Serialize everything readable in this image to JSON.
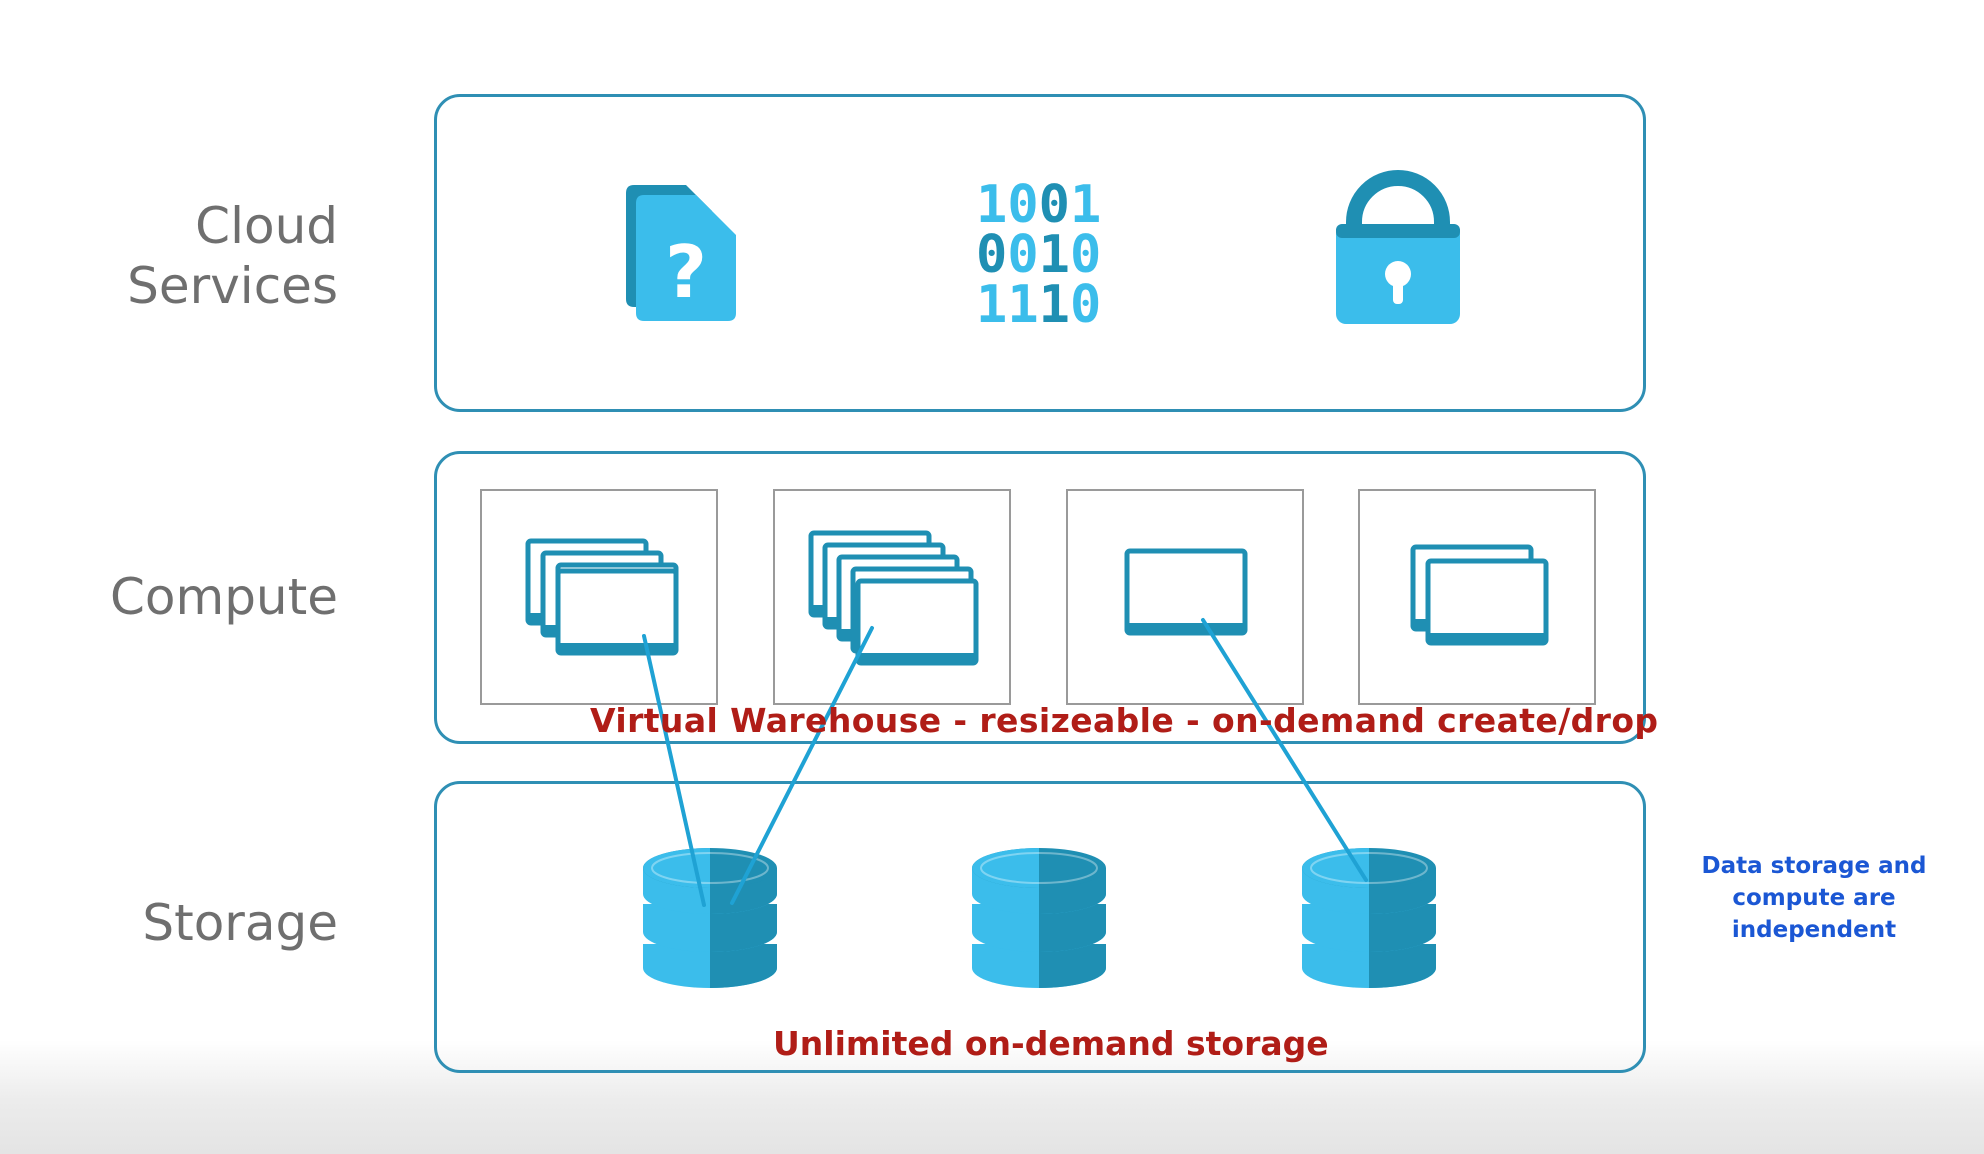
{
  "layers": {
    "cloud_services": {
      "label": "Cloud\nServices"
    },
    "compute": {
      "label": "Compute"
    },
    "storage": {
      "label": "Storage"
    }
  },
  "cloud_services_icons": {
    "binary_rows": [
      "1001",
      "0010",
      "1110"
    ],
    "icons": [
      "question-document-icon",
      "binary-data-icon",
      "lock-icon"
    ]
  },
  "compute_annotation": "Virtual Warehouse - resizeable - on-demand create/drop",
  "storage_annotation": "Unlimited on-demand storage",
  "side_note": "Data storage and compute are independent",
  "colors": {
    "icon_light": "#3bbdeb",
    "icon_dark": "#1f8fb3",
    "box_border": "#2f8fb4",
    "annotation_red": "#b01d17",
    "note_blue": "#1b57d4",
    "label_gray": "#6f6f6f"
  }
}
